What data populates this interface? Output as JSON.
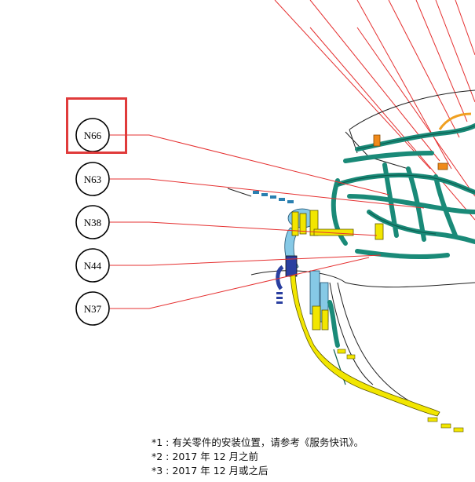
{
  "callouts": [
    {
      "id": "N66",
      "label": "N66",
      "highlighted": true
    },
    {
      "id": "N63",
      "label": "N63",
      "highlighted": false
    },
    {
      "id": "N38",
      "label": "N38",
      "highlighted": false
    },
    {
      "id": "N44",
      "label": "N44",
      "highlighted": false
    },
    {
      "id": "N37",
      "label": "N37",
      "highlighted": false
    }
  ],
  "notes": [
    "*1 : 有关零件的安装位置，请参考《服务快讯》。",
    "*2 : 2017 年 12 月之前",
    "*3 : 2017 年 12 月或之后"
  ],
  "colors": {
    "leader_line": "#e53030",
    "highlight_box": "#e03b3b",
    "harness_green": "#1a8a78",
    "harness_yellow": "#f2e600",
    "harness_blue": "#86c9e6",
    "connector_orange": "#f08a1a",
    "connector_navy": "#2a3fa0"
  }
}
